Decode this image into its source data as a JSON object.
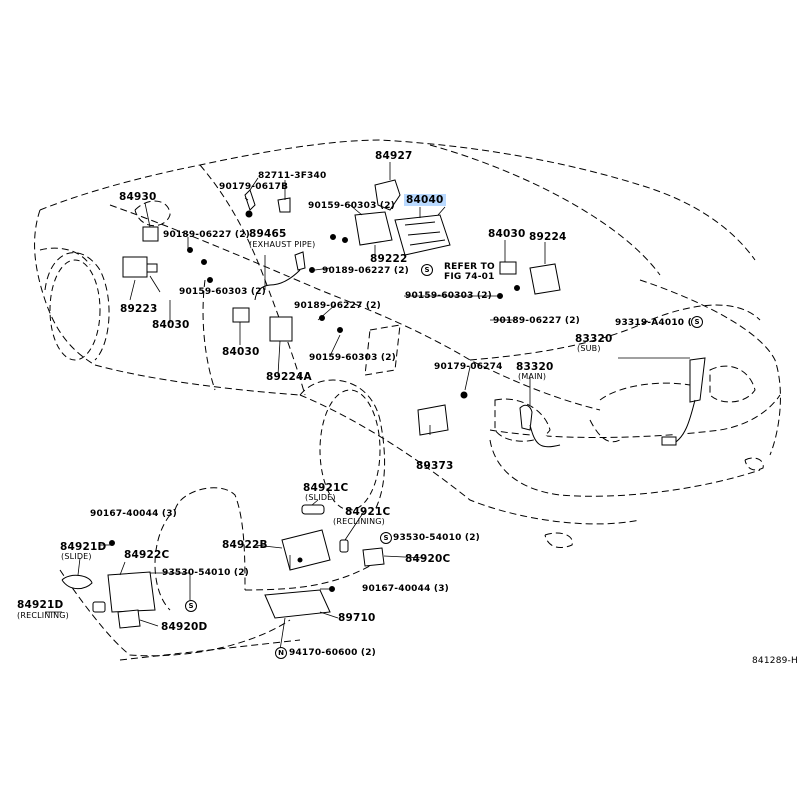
{
  "labels": {
    "p84927": "84927",
    "p84040": "84040",
    "p84930": "84930",
    "p82711": "82711-3F340",
    "p90179a": "90179-0617B",
    "p90159a": "90159-60303 (2)",
    "p90189a": "90189-06227 (2)",
    "p89465": "89465",
    "exhaust_pipe": "(EXHAUST PIPE)",
    "p89222": "89222",
    "refer_to": "REFER TO",
    "fig": "FIG 74-01",
    "p84030a": "84030",
    "p89224": "89224",
    "p90189b": "90189-06227 (2)",
    "p90159b": "90159-60303 (2)",
    "p89223": "89223",
    "p84030b": "84030",
    "p90159c": "90159-60303 (2)",
    "p90189c": "90189-06227 (2)",
    "p90189d": "90189-06227 (2)",
    "p84030c": "84030",
    "p90159d": "90159-60303 (2)",
    "p89224a": "89224A",
    "p93319": "93319-A4010 (5)",
    "p83320sub": "83320",
    "sub": "(SUB)",
    "p90179b": "90179-06274",
    "p83320main": "83320",
    "main": "(MAIN)",
    "p89373": "89373",
    "p84921c_slide": "84921C",
    "slide_a": "(SLIDE)",
    "p90167a": "90167-40044 (3)",
    "p84921c_recl": "84921C",
    "reclining_a": "(RECLINING)",
    "p84922b": "84922B",
    "p93530a": "93530-54010 (2)",
    "p84921d_slide": "84921D",
    "slide_b": "(SLIDE)",
    "p84922c": "84922C",
    "p84920c": "84920C",
    "p93530b": "93530-54010 (2)",
    "p90167b": "90167-40044 (3)",
    "p84921d_recl": "84921D",
    "reclining_b": "(RECLINING)",
    "p84920d": "84920D",
    "p89710": "89710",
    "p94170": "94170-60600 (2)",
    "diagram_id": "841289-H"
  },
  "symbols": {
    "s": "S",
    "n": "N"
  },
  "colors": {
    "line": "#000000",
    "highlight": "#b9d9ff"
  }
}
